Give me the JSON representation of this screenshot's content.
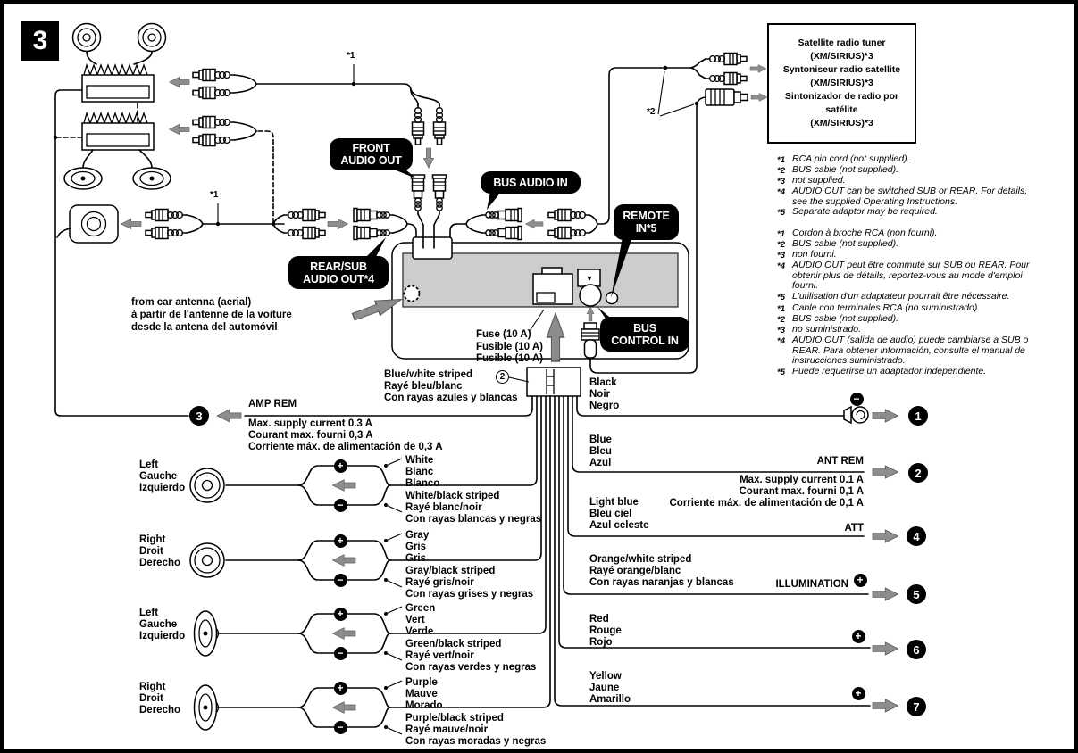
{
  "step": "3",
  "icons": {
    "plus": "+",
    "minus": "−",
    "down_arrow": "▼"
  },
  "satellite": {
    "text": "Satellite radio tuner\n(XM/SIRIUS)*3\nSyntoniseur radio satellite\n(XM/SIRIUS)*3\nSintonizador de radio por satélite\n(XM/SIRIUS)*3"
  },
  "ports": {
    "front_audio_out": "FRONT\nAUDIO OUT",
    "bus_audio_in": "BUS AUDIO IN",
    "remote_in": "REMOTE\nIN*5",
    "rear_sub_audio_out": "REAR/SUB\nAUDIO OUT*4",
    "bus_control_in": "BUS\nCONTROL IN"
  },
  "notes": {
    "antenna": "from car antenna (aerial)\nà partir de l'antenne de la voiture\ndesde la antena del automóvil",
    "fuse": "Fuse (10 A)\nFusible (10 A)\nFusible (10 A)",
    "ref1_top": "*1",
    "ref1_sub": "*1",
    "ref2": "*2",
    "supplied_ref": "2"
  },
  "amp_rem": {
    "wire": "Blue/white striped\nRayé bleu/blanc\nCon rayas azules y blancas",
    "label": "AMP REM",
    "spec": "Max. supply current 0.3 A\nCourant max. fourni 0,3 A\nCorriente máx. de alimentación de 0,3 A",
    "ref": "3"
  },
  "speakers": [
    {
      "side": "Left\nGauche\nIzquierdo",
      "plus": "White\nBlanc\nBlanco",
      "minus": "White/black striped\nRayé blanc/noir\nCon rayas blancas y negras"
    },
    {
      "side": "Right\nDroit\nDerecho",
      "plus": "Gray\nGris\nGris",
      "minus": "Gray/black striped\nRayé gris/noir\nCon rayas grises y negras"
    },
    {
      "side": "Left\nGauche\nIzquierdo",
      "plus": "Green\nVert\nVerde",
      "minus": "Green/black striped\nRayé vert/noir\nCon rayas verdes y negras"
    },
    {
      "side": "Right\nDroit\nDerecho",
      "plus": "Purple\nMauve\nMorado",
      "minus": "Purple/black striped\nRayé mauve/noir\nCon rayas moradas y negras"
    }
  ],
  "power": [
    {
      "wire": "Black\nNoir\nNegro",
      "ref": "1"
    },
    {
      "wire": "Blue\nBleu\nAzul",
      "label": "ANT REM",
      "spec": "Max. supply current 0.1 A\nCourant max. fourni 0,1 A\nCorriente máx. de alimentación de 0,1 A",
      "ref": "2"
    },
    {
      "wire": "Light blue\nBleu ciel\nAzul celeste",
      "label": "ATT",
      "ref": "4"
    },
    {
      "wire": "Orange/white striped\nRayé orange/blanc\nCon rayas naranjas y blancas",
      "label": "ILLUMINATION",
      "ref": "5"
    },
    {
      "wire": "Red\nRouge\nRojo",
      "ref": "6"
    },
    {
      "wire": "Yellow\nJaune\nAmarillo",
      "ref": "7"
    }
  ],
  "footnotes": {
    "en": [
      {
        "ref": "*1",
        "text": "RCA pin cord (not supplied)."
      },
      {
        "ref": "*2",
        "text": "BUS cable (not supplied)."
      },
      {
        "ref": "*3",
        "text": "not supplied."
      },
      {
        "ref": "*4",
        "text": "AUDIO OUT can be switched SUB or REAR. For details,\nsee the supplied Operating Instructions."
      },
      {
        "ref": "*5",
        "text": "Separate adaptor may be required."
      }
    ],
    "fr": [
      {
        "ref": "*1",
        "text": "Cordon à broche RCA (non fourni)."
      },
      {
        "ref": "*2",
        "text": "BUS cable (not supplied)."
      },
      {
        "ref": "*3",
        "text": "non fourni."
      },
      {
        "ref": "*4",
        "text": "AUDIO OUT peut être commuté sur SUB ou REAR. Pour\nobtenir plus de détails, reportez-vous au mode d'emploi\nfourni."
      },
      {
        "ref": "*5",
        "text": "L'utilisation d'un adaptateur pourrait être nécessaire."
      }
    ],
    "es": [
      {
        "ref": "*1",
        "text": "Cable con terminales RCA (no suministrado)."
      },
      {
        "ref": "*2",
        "text": "BUS cable (not supplied)."
      },
      {
        "ref": "*3",
        "text": "no suministrado."
      },
      {
        "ref": "*4",
        "text": "AUDIO OUT (salida de audio) puede cambiarse a SUB o\nREAR. Para obtener información, consulte el manual de\ninstrucciones suministrado."
      },
      {
        "ref": "*5",
        "text": "Puede requerirse un adaptador independiente."
      }
    ]
  }
}
